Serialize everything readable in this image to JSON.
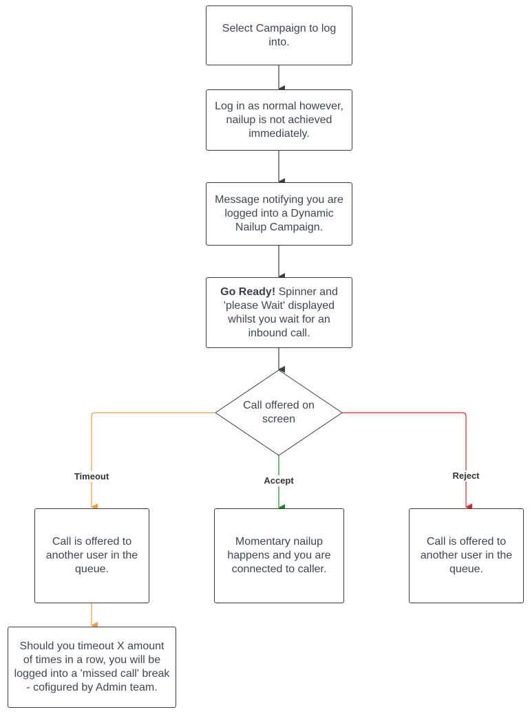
{
  "nodes": {
    "select_campaign": "Select Campaign to log into.",
    "log_in": "Log in as normal however, nailup is not achieved immediately.",
    "message": "Message notifying you are logged into a Dynamic Nailup Campaign.",
    "go_ready": {
      "bold": "Go Ready!",
      "text": " Spinner and 'please Wait' displayed whilst you wait for an inbound call."
    },
    "decision": "Call offered on screen",
    "timeout_result": "Call is offered to another user in the queue.",
    "accept_result": "Momentary nailup happens and you are connected to caller.",
    "reject_result": "Call is offered to another user in the queue.",
    "missed_call": "Should you timeout X amount of times in a row, you will be logged into a 'missed call' break - cofigured by Admin team."
  },
  "edges": {
    "timeout": "Timeout",
    "accept": "Accept",
    "reject": "Reject"
  },
  "colors": {
    "timeout": "#f79a3c",
    "accept": "#1e8a1e",
    "reject": "#d92b2b",
    "default": "#3a3a3a"
  }
}
